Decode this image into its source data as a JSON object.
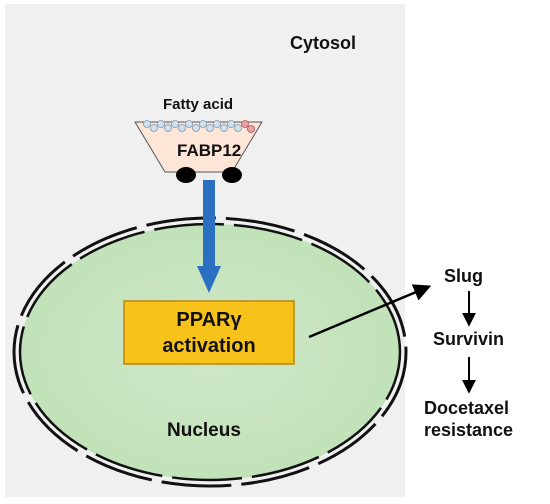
{
  "cytosol": {
    "label": "Cytosol"
  },
  "fatty_acid": {
    "label": "Fatty acid"
  },
  "fabp": {
    "label": "FABP12"
  },
  "ppar": {
    "line1": "PPARγ",
    "line2": "activation"
  },
  "nucleus": {
    "label": "Nucleus"
  },
  "pathway": {
    "slug": "Slug",
    "survivin": "Survivin",
    "docetaxel_line1": "Docetaxel",
    "docetaxel_line2": "resistance"
  },
  "colors": {
    "cytosol_bg": "#f0f0f0",
    "nucleus_fill": "#c6e3bf",
    "fabp_fill": "#fde5d8",
    "ppar_fill": "#f7c21a",
    "ppar_border": "#b8860b",
    "arrow_blue": "#2a6fc0"
  }
}
